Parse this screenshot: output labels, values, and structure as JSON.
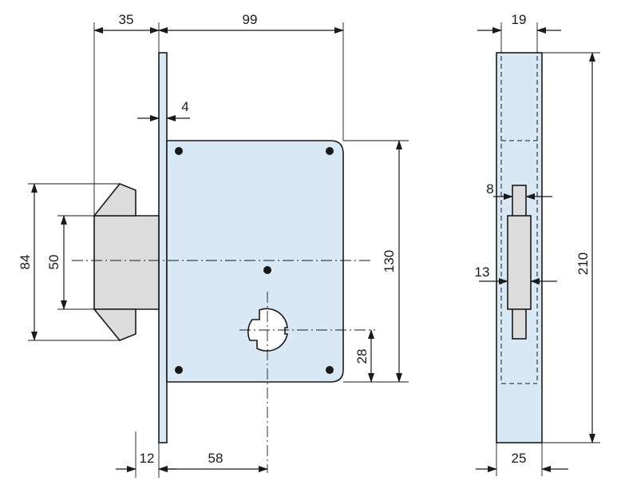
{
  "colors": {
    "body_fill": "#d8e8f5",
    "bolt_fill": "#dcdcdc",
    "outline": "#1a1a1a",
    "background": "#ffffff"
  },
  "dimensions": {
    "d35": "35",
    "d99": "99",
    "d4": "4",
    "d84": "84",
    "d50": "50",
    "d130": "130",
    "d28": "28",
    "d12": "12",
    "d58": "58",
    "d19": "19",
    "d8": "8",
    "d13": "13",
    "d210": "210",
    "d25": "25"
  }
}
